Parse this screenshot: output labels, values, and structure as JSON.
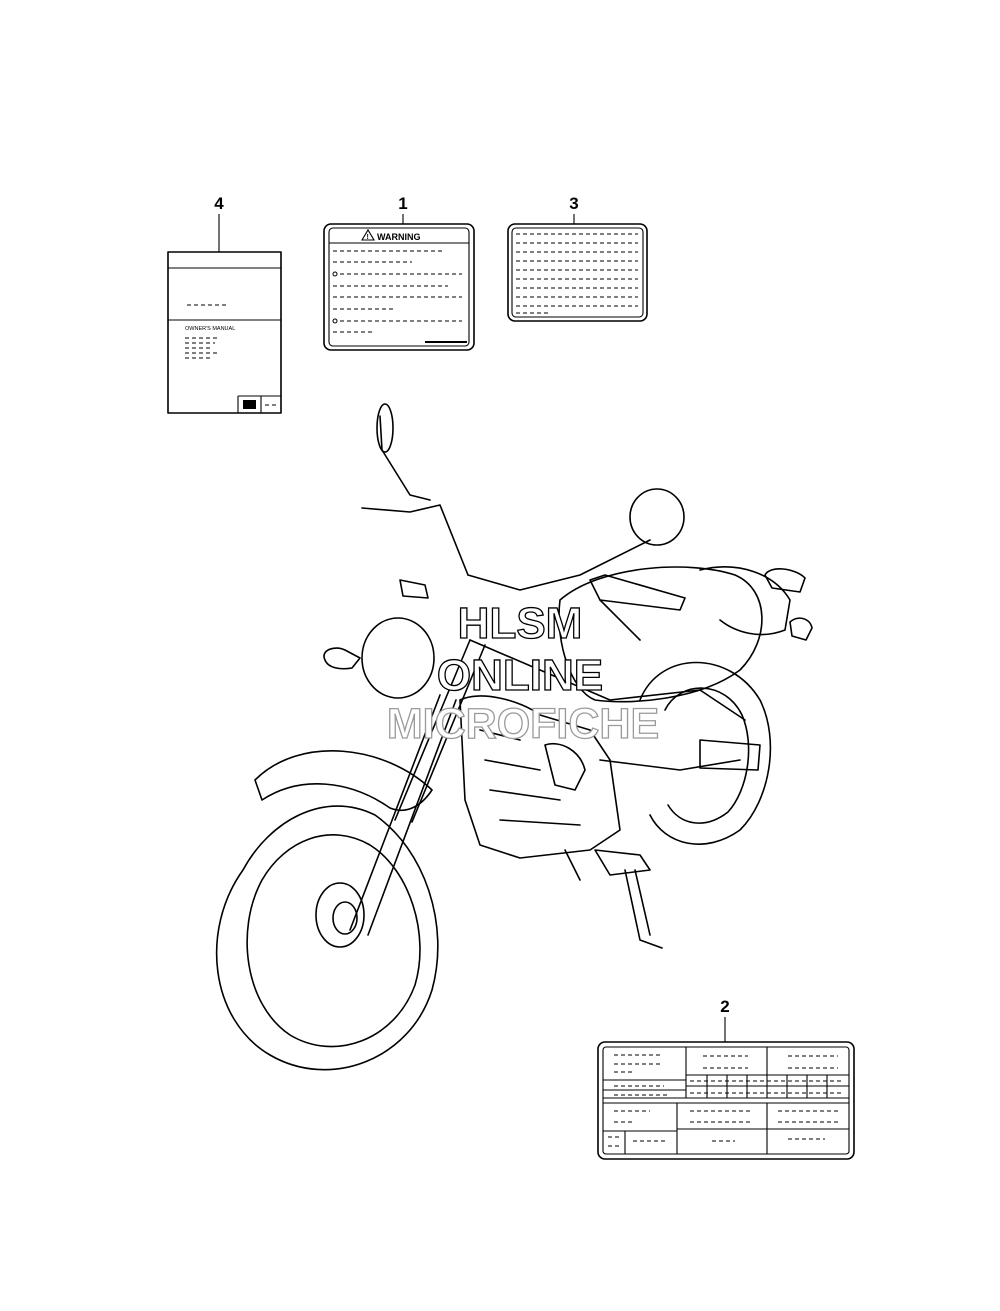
{
  "callouts": {
    "item4": "4",
    "item1": "1",
    "item3": "3",
    "item2": "2"
  },
  "manual_label": {
    "title": "OWNER'S MANUAL"
  },
  "warning_label": {
    "heading": "WARNING"
  },
  "watermark": {
    "line1": "HLSM",
    "line2": "ONLINE",
    "line3": "MICROFICHE"
  }
}
